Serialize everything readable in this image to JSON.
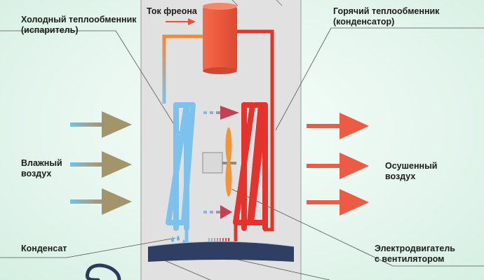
{
  "labels": {
    "cold_exchanger": "Холодный теплообменник",
    "cold_exchanger_sub": "(испаритель)",
    "freon_flow": "Ток фреона",
    "hot_exchanger": "Горячий теплообменник",
    "hot_exchanger_sub": "(конденсатор)",
    "humid_air_1": "Влажный",
    "humid_air_2": "воздух",
    "dried_air_1": "Осушенный",
    "dried_air_2": "воздух",
    "condensate": "Конденсат",
    "motor_1": "Электродвигатель",
    "motor_2": "с вентилятором"
  },
  "colors": {
    "background": "#e9f7f0",
    "housing": "#e1e1e1",
    "cold_coil": "#7cc2ec",
    "hot_coil": "#e4322c",
    "compressor": "#f06448",
    "fan_blade": "#f0953a",
    "tray": "#2e3f63",
    "cable": "#2c3a5c",
    "inlet_arrow_head": "#a3956a",
    "outlet_arrow": "#ec5b43"
  }
}
